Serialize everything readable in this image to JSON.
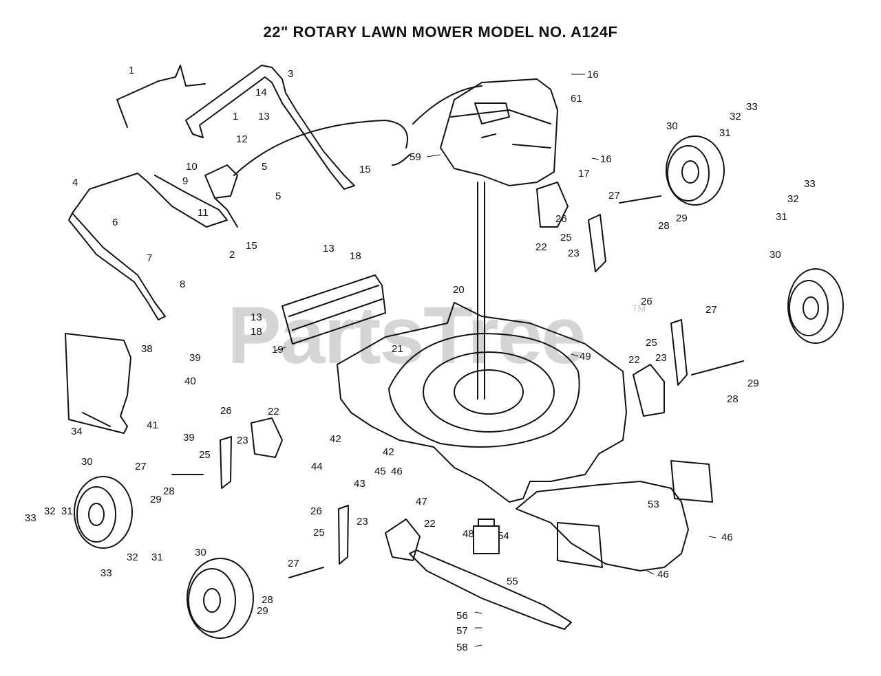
{
  "title": "22\" ROTARY LAWN MOWER MODEL NO.  A124F",
  "watermark": "PartsTree",
  "watermark_tm": "TM",
  "colors": {
    "ink": "#111111",
    "watermark": "#c8c8c8",
    "background": "#ffffff"
  },
  "callouts": [
    "1",
    "1",
    "2",
    "3",
    "4",
    "5",
    "5",
    "6",
    "7",
    "8",
    "9",
    "10",
    "11",
    "12",
    "13",
    "13",
    "13",
    "14",
    "15",
    "15",
    "16",
    "16",
    "17",
    "18",
    "18",
    "19",
    "20",
    "21",
    "22",
    "22",
    "22",
    "22",
    "23",
    "23",
    "23",
    "23",
    "25",
    "25",
    "25",
    "25",
    "26",
    "26",
    "26",
    "26",
    "27",
    "27",
    "27",
    "27",
    "28",
    "28",
    "28",
    "28",
    "29",
    "29",
    "29",
    "29",
    "30",
    "30",
    "30",
    "30",
    "31",
    "31",
    "31",
    "31",
    "32",
    "32",
    "32",
    "32",
    "33",
    "33",
    "33",
    "33",
    "34",
    "38",
    "39",
    "39",
    "40",
    "41",
    "42",
    "42",
    "43",
    "44",
    "45",
    "46",
    "46",
    "46",
    "47",
    "48",
    "49",
    "53",
    "54",
    "55",
    "56",
    "57",
    "58",
    "59",
    "61"
  ]
}
